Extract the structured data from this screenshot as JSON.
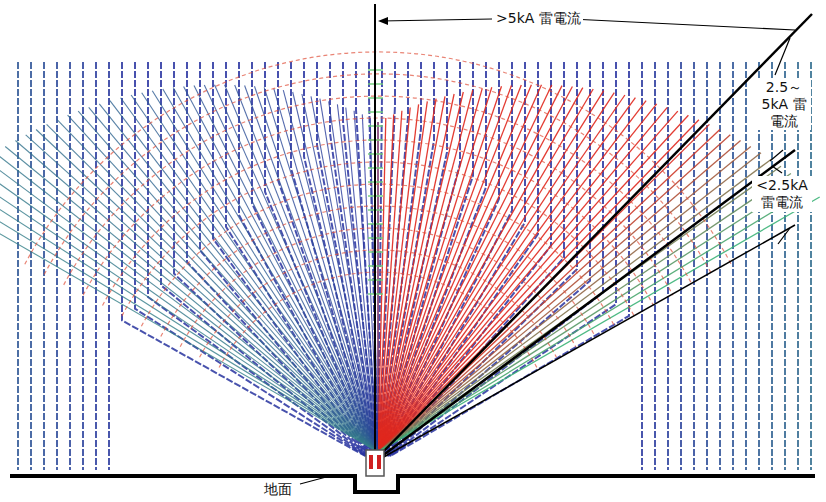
{
  "diagram": {
    "labels": [
      ">5kA 雷電流",
      "2.5～ 5kA 雷電流",
      "<2.5kA 雷電流",
      "地面"
    ]
  }
}
